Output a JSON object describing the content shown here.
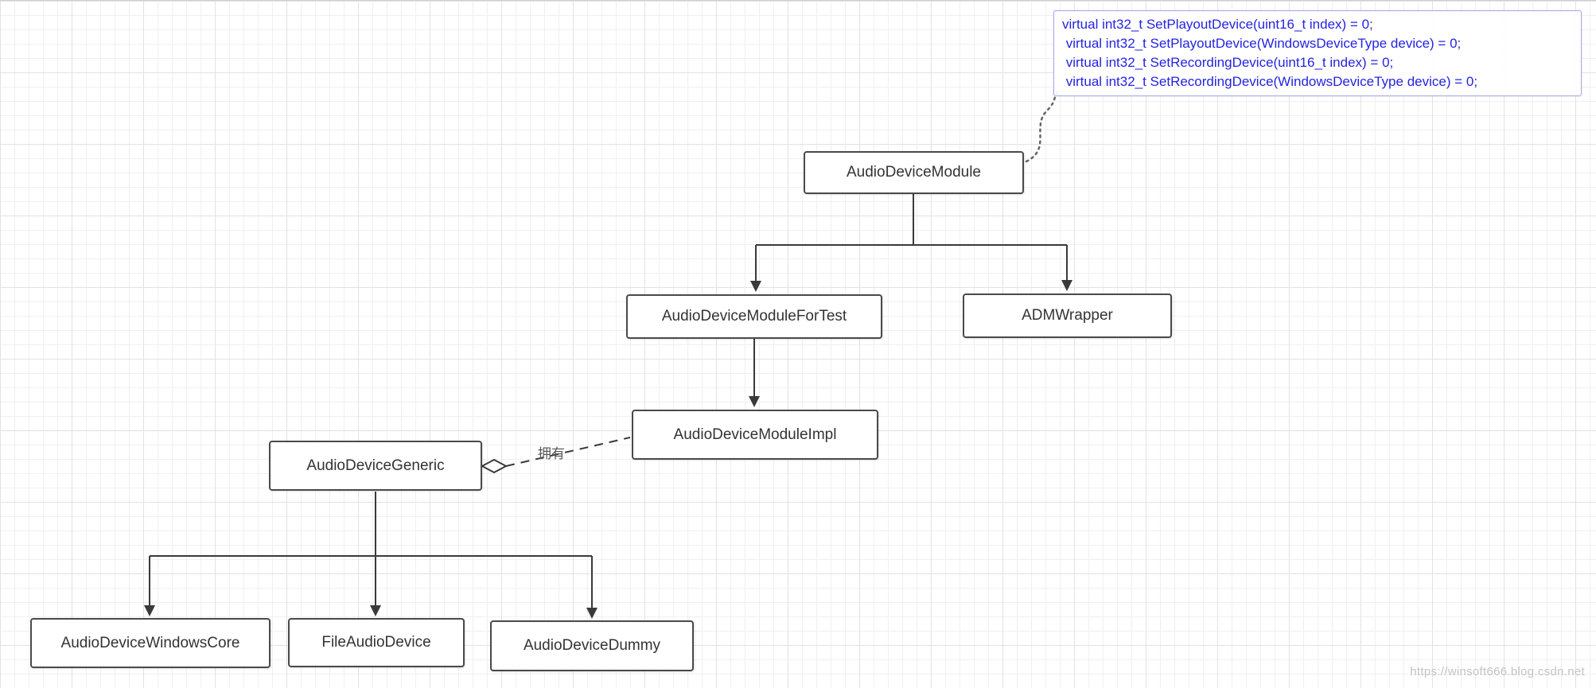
{
  "annotation": {
    "lines": [
      "virtual int32_t SetPlayoutDevice(uint16_t index) = 0;",
      " virtual int32_t SetPlayoutDevice(WindowsDeviceType device) = 0;",
      " virtual int32_t SetRecordingDevice(uint16_t index) = 0;",
      " virtual int32_t SetRecordingDevice(WindowsDeviceType device) = 0;"
    ],
    "text_color": "#2424e0",
    "border_color": "#a9a9e6"
  },
  "nodes": {
    "audio_device_module": {
      "label": "AudioDeviceModule"
    },
    "audio_device_module_for_test": {
      "label": "AudioDeviceModuleForTest"
    },
    "adm_wrapper": {
      "label": "ADMWrapper"
    },
    "audio_device_module_impl": {
      "label": "AudioDeviceModuleImpl"
    },
    "audio_device_generic": {
      "label": "AudioDeviceGeneric"
    },
    "audio_device_windows_core": {
      "label": "AudioDeviceWindowsCore"
    },
    "file_audio_device": {
      "label": "FileAudioDevice"
    },
    "audio_device_dummy": {
      "label": "AudioDeviceDummy"
    }
  },
  "edges": {
    "owns_label": "拥有"
  },
  "colors": {
    "line": "#3a3a3a",
    "node_border": "#4a4a4a"
  },
  "watermark": "https://winsoft666.blog.csdn.net"
}
